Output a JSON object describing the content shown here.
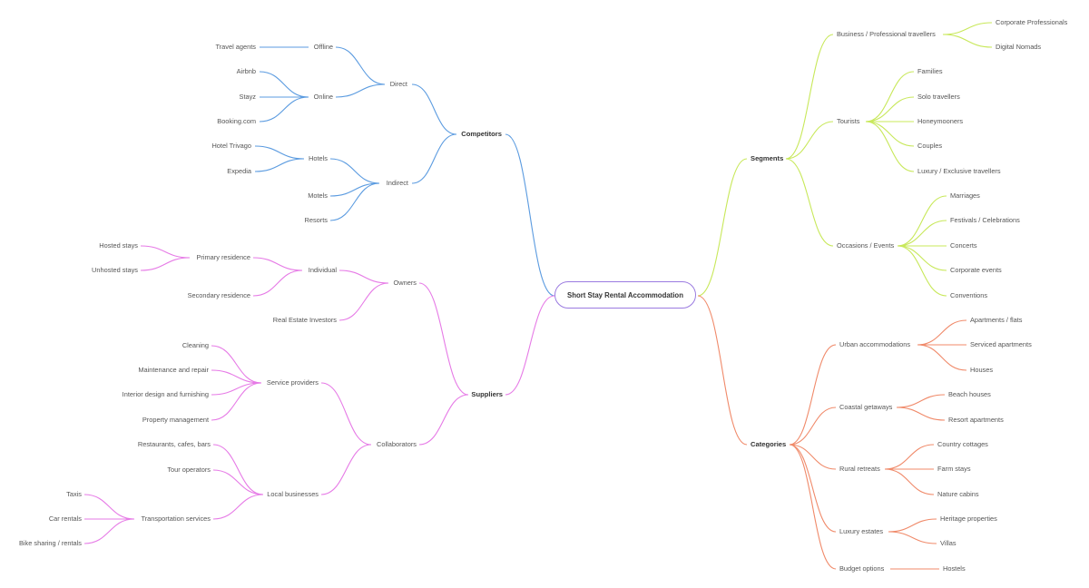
{
  "mindmap": {
    "root": {
      "label": "Short Stay Rental Accommodation",
      "border_color": "#9b7be0"
    },
    "branches": {
      "competitors": {
        "label": "Competitors",
        "color": "#5b9be0",
        "children": {
          "direct": {
            "label": "Direct",
            "children": {
              "offline": {
                "label": "Offline",
                "children": [
                  "Travel agents"
                ]
              },
              "online": {
                "label": "Online",
                "children": [
                  "Airbnb",
                  "Stayz",
                  "Booking.com"
                ]
              }
            }
          },
          "indirect": {
            "label": "Indirect",
            "children": {
              "hotels": {
                "label": "Hotels",
                "children": [
                  "Hotel Trivago",
                  "Expedia"
                ]
              },
              "motels": {
                "label": "Motels"
              },
              "resorts": {
                "label": "Resorts"
              }
            }
          }
        }
      },
      "suppliers": {
        "label": "Suppliers",
        "color": "#e67ae6",
        "children": {
          "owners": {
            "label": "Owners",
            "children": {
              "individual": {
                "label": "Individual",
                "children": {
                  "primary": {
                    "label": "Primary residence",
                    "children": [
                      "Hosted stays",
                      "Unhosted stays"
                    ]
                  },
                  "secondary": {
                    "label": "Secondary residence"
                  }
                }
              },
              "investors": {
                "label": "Real Estate Investors"
              }
            }
          },
          "collaborators": {
            "label": "Collaborators",
            "children": {
              "service": {
                "label": "Service providers",
                "children": [
                  "Cleaning",
                  "Maintenance and repair",
                  "Interior design and furnishing",
                  "Property management"
                ]
              },
              "local": {
                "label": "Local businesses",
                "children": {
                  "restaurants": {
                    "label": "Restaurants, cafes, bars"
                  },
                  "tours": {
                    "label": "Tour operators"
                  },
                  "transport": {
                    "label": "Transportation services",
                    "children": [
                      "Taxis",
                      "Car rentals",
                      "Bike sharing / rentals"
                    ]
                  }
                }
              }
            }
          }
        }
      },
      "segments": {
        "label": "Segments",
        "color": "#c8e85a",
        "children": {
          "business": {
            "label": "Business / Professional travellers",
            "children": [
              "Corporate Professionals",
              "Digital Nomads"
            ]
          },
          "tourists": {
            "label": "Tourists",
            "children": [
              "Families",
              "Solo travellers",
              "Honeymooners",
              "Couples",
              "Luxury / Exclusive travellers"
            ]
          },
          "occasions": {
            "label": "Occasions / Events",
            "children": [
              "Marriages",
              "Festivals / Celebrations",
              "Concerts",
              "Corporate events",
              "Conventions"
            ]
          }
        }
      },
      "categories": {
        "label": "Categories",
        "color": "#f08a6a",
        "children": {
          "urban": {
            "label": "Urban accommodations",
            "children": [
              "Apartments / flats",
              "Serviced apartments",
              "Houses"
            ]
          },
          "coastal": {
            "label": "Coastal getaways",
            "children": [
              "Beach houses",
              "Resort apartments"
            ]
          },
          "rural": {
            "label": "Rural retreats",
            "children": [
              "Country cottages",
              "Farm stays",
              "Nature cabins"
            ]
          },
          "luxury": {
            "label": "Luxury estates",
            "children": [
              "Heritage properties",
              "Villas"
            ]
          },
          "budget": {
            "label": "Budget options",
            "children": [
              "Hostels"
            ]
          }
        }
      }
    }
  }
}
